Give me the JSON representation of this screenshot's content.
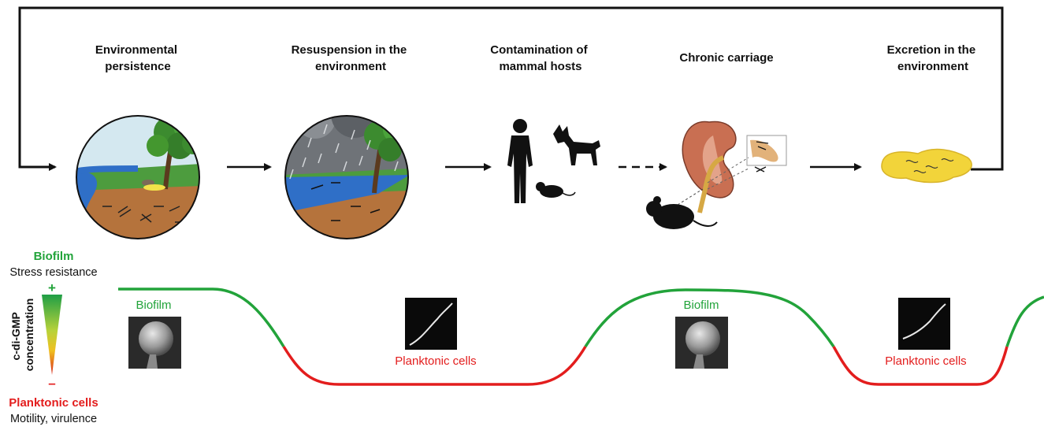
{
  "stages": [
    {
      "title_lines": [
        "Environmental",
        "persistence"
      ]
    },
    {
      "title_lines": [
        "Resuspension in the",
        "environment"
      ]
    },
    {
      "title_lines": [
        "Contamination of",
        "mammal hosts"
      ]
    },
    {
      "title_lines": [
        "Chronic carriage"
      ]
    },
    {
      "title_lines": [
        "Excretion in the",
        "environment"
      ]
    }
  ],
  "legend": {
    "top_label": "Biofilm",
    "top_sub": "Stress resistance",
    "plus": "+",
    "axis_label_line1": "c-di-GMP",
    "axis_label_line2": "concentration",
    "minus": "–",
    "bottom_label": "Planktonic cells",
    "bottom_sub": "Motility, virulence"
  },
  "curve_labels": {
    "biofilm_1": "Biofilm",
    "planktonic_1": "Planktonic cells",
    "biofilm_2": "Biofilm",
    "planktonic_2": "Planktonic cells"
  },
  "colors": {
    "biofilm": "#22a33a",
    "planktonic": "#e31d1d",
    "arrow": "#111111",
    "sky": "#cfe6ef",
    "rain_sky": "#6f7378",
    "soil": "#b5733c",
    "grass": "#3f9a3a",
    "river": "#2f6fc7"
  }
}
